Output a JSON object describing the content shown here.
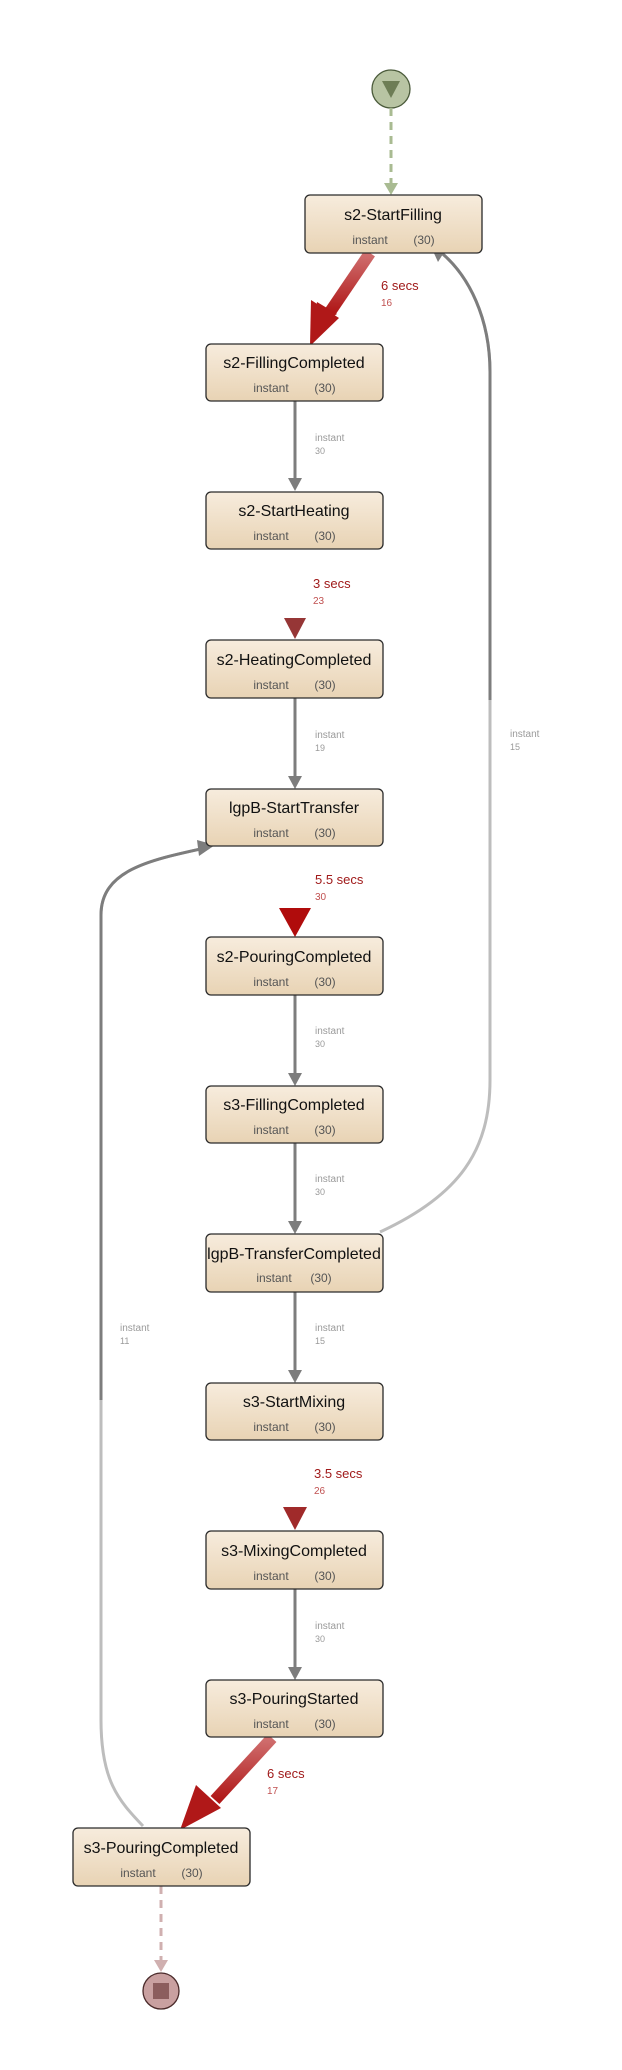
{
  "diagram": {
    "nodes": [
      {
        "id": "n1",
        "label": "s2-StartFilling",
        "duration": "instant",
        "count": "(30)"
      },
      {
        "id": "n2",
        "label": "s2-FillingCompleted",
        "duration": "instant",
        "count": "(30)"
      },
      {
        "id": "n3",
        "label": "s2-StartHeating",
        "duration": "instant",
        "count": "(30)"
      },
      {
        "id": "n4",
        "label": "s2-HeatingCompleted",
        "duration": "instant",
        "count": "(30)"
      },
      {
        "id": "n5",
        "label": "lgpB-StartTransfer",
        "duration": "instant",
        "count": "(30)"
      },
      {
        "id": "n6",
        "label": "s2-PouringCompleted",
        "duration": "instant",
        "count": "(30)"
      },
      {
        "id": "n7",
        "label": "s3-FillingCompleted",
        "duration": "instant",
        "count": "(30)"
      },
      {
        "id": "n8",
        "label": "lgpB-TransferCompleted",
        "duration": "instant",
        "count": "(30)"
      },
      {
        "id": "n9",
        "label": "s3-StartMixing",
        "duration": "instant",
        "count": "(30)"
      },
      {
        "id": "n10",
        "label": "s3-MixingCompleted",
        "duration": "instant",
        "count": "(30)"
      },
      {
        "id": "n11",
        "label": "s3-PouringStarted",
        "duration": "instant",
        "count": "(30)"
      },
      {
        "id": "n12",
        "label": "s3-PouringCompleted",
        "duration": "instant",
        "count": "(30)"
      }
    ],
    "edges": [
      {
        "from": "n1",
        "to": "n2",
        "label": "6 secs",
        "count": "16",
        "hot": true
      },
      {
        "from": "n2",
        "to": "n3",
        "label": "instant",
        "count": "30",
        "hot": false
      },
      {
        "from": "n3",
        "to": "n4",
        "label": "3 secs",
        "count": "23",
        "hot": true
      },
      {
        "from": "n4",
        "to": "n5",
        "label": "instant",
        "count": "19",
        "hot": false
      },
      {
        "from": "n5",
        "to": "n6",
        "label": "5.5 secs",
        "count": "30",
        "hot": true
      },
      {
        "from": "n6",
        "to": "n7",
        "label": "instant",
        "count": "30",
        "hot": false
      },
      {
        "from": "n7",
        "to": "n8",
        "label": "instant",
        "count": "30",
        "hot": false
      },
      {
        "from": "n8",
        "to": "n9",
        "label": "instant",
        "count": "15",
        "hot": false
      },
      {
        "from": "n9",
        "to": "n10",
        "label": "3.5 secs",
        "count": "26",
        "hot": true
      },
      {
        "from": "n10",
        "to": "n11",
        "label": "instant",
        "count": "30",
        "hot": false
      },
      {
        "from": "n11",
        "to": "n12",
        "label": "6 secs",
        "count": "17",
        "hot": true
      },
      {
        "from": "n8",
        "to": "n1",
        "label": "instant",
        "count": "15",
        "hot": false
      },
      {
        "from": "n12",
        "to": "n5",
        "label": "instant",
        "count": "11",
        "hot": false
      }
    ],
    "colors": {
      "node_fill_top": "#f6ebdc",
      "node_fill_bottom": "#ead5b7",
      "node_border": "#2a2a2a",
      "start_fill": "#b7c3a2",
      "start_triangle": "#6d7d55",
      "end_fill": "#c9a0a0",
      "end_square": "#8c5d5d",
      "hot_edge": "#b01818",
      "hot_label": "#a01a1a",
      "cold_edge": "#7a7a7a",
      "cold_label": "#9a9a9a"
    }
  }
}
